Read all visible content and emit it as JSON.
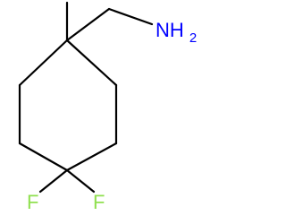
{
  "molecule": {
    "atoms": {
      "amine": {
        "symbol": "NH",
        "subscript": "2",
        "color": "#0000ff"
      },
      "fluorine_left": {
        "symbol": "F",
        "color": "#90e050"
      },
      "fluorine_right": {
        "symbol": "F",
        "color": "#90e050"
      }
    },
    "bond_color": "#000000"
  }
}
